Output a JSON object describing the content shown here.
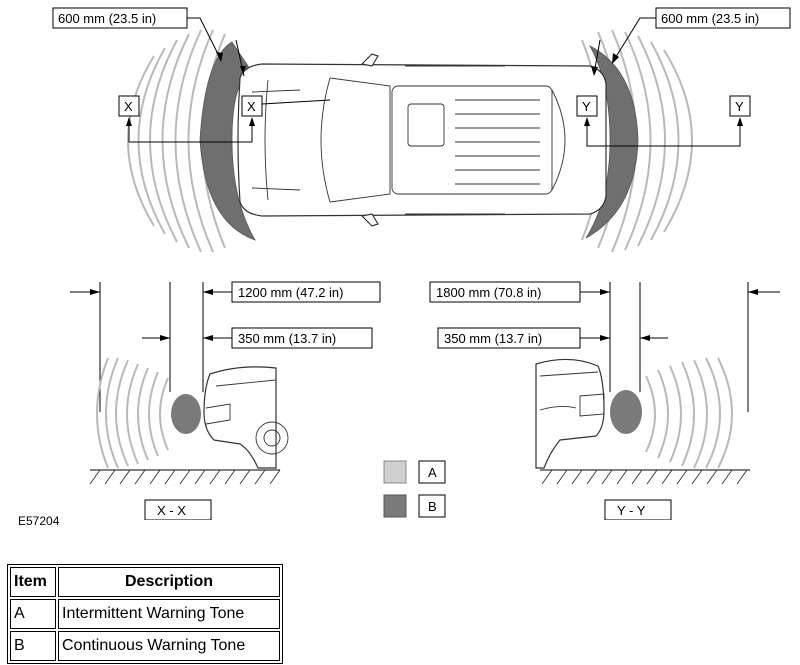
{
  "top_view": {
    "front_distance": "600 mm (23.5 in)",
    "rear_distance": "600 mm (23.5 in)",
    "section_x": "X",
    "section_y": "Y"
  },
  "section_x": {
    "outer_distance": "1200 mm (47.2 in)",
    "inner_distance": "350 mm (13.7 in)",
    "title": "X - X"
  },
  "section_y": {
    "outer_distance": "1800 mm (70.8 in)",
    "inner_distance": "350 mm (13.7 in)",
    "title": "Y - Y"
  },
  "key": [
    {
      "letter": "A",
      "color": "#cfcfcf"
    },
    {
      "letter": "B",
      "color": "#7a7a7a"
    }
  ],
  "figure_id": "E57204",
  "table": {
    "headers": [
      "Item",
      "Description"
    ],
    "rows": [
      {
        "item": "A",
        "description": "Intermittent Warning Tone"
      },
      {
        "item": "B",
        "description": "Continuous Warning Tone"
      }
    ]
  }
}
